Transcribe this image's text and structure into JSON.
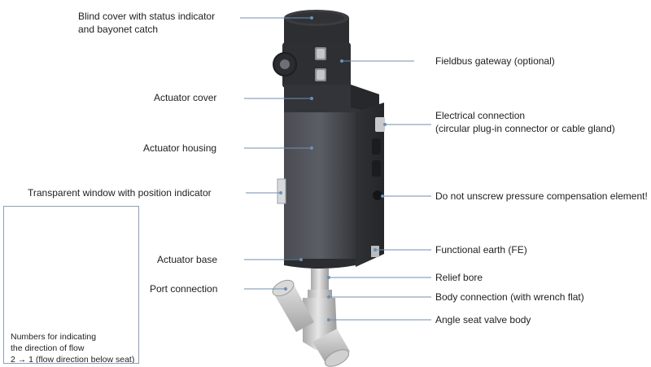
{
  "labels": {
    "blind_cover": [
      "Blind cover with status indicator",
      "and bayonet catch"
    ],
    "actuator_cover": "Actuator cover",
    "actuator_housing": "Actuator housing",
    "transparent_window": "Transparent window with position indicator",
    "actuator_base": "Actuator base",
    "port_connection": "Port connection",
    "fieldbus_gateway": "Fieldbus gateway (optional)",
    "electrical_connection": [
      "Electrical connection",
      "(circular plug-in connector or cable gland)"
    ],
    "pressure_compensation": "Do not unscrew pressure compensation element!",
    "functional_earth": "Functional earth (FE)",
    "relief_bore": "Relief bore",
    "body_connection": "Body connection (with wrench flat)",
    "angle_seat_valve_body": "Angle seat valve body"
  },
  "inset": {
    "caption": [
      "Numbers for indicating",
      "the direction of flow",
      "2 → 1 (flow direction below seat)"
    ]
  },
  "colors": {
    "leader_line": "#6f8fb3",
    "housing_dark": "#3b3d42",
    "housing_mid": "#55585e",
    "steel": "#c9c9c9"
  }
}
